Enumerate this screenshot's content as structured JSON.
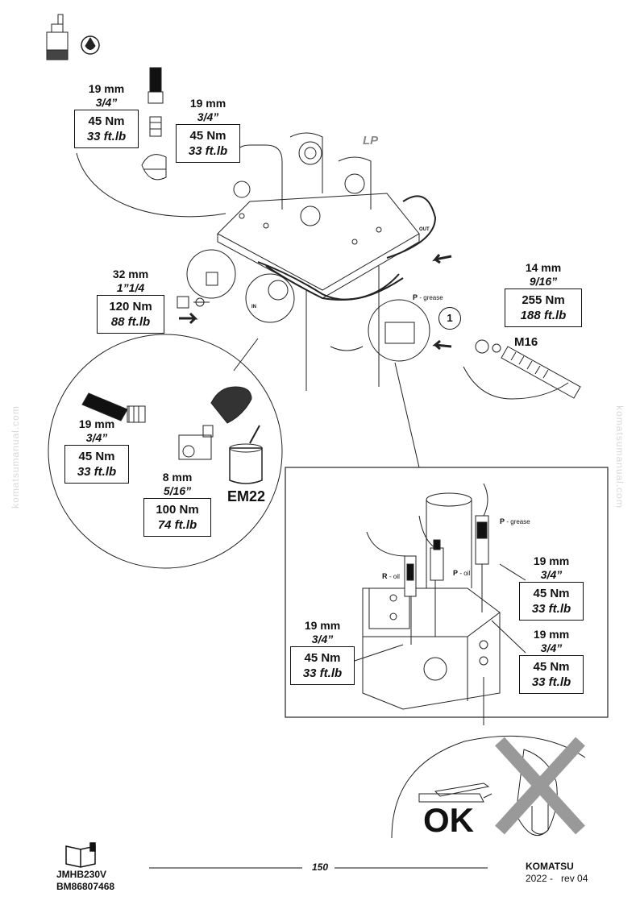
{
  "watermark": "komatsumanual.com",
  "torque_callouts": {
    "top_hose_wrench": {
      "wrench_mm": "19 mm",
      "wrench_in": "3/4”",
      "nm": "45 Nm",
      "ftlb": "33 ft.lb"
    },
    "top_adapter_wrench": {
      "wrench_mm": "19 mm",
      "wrench_in": "3/4”",
      "nm": "45 Nm",
      "ftlb": "33 ft.lb"
    },
    "plug": {
      "wrench_mm": "32 mm",
      "wrench_in": "1”1/4",
      "nm": "120 Nm",
      "ftlb": "88 ft.lb"
    },
    "bolt": {
      "wrench_mm": "14 mm",
      "wrench_in": "9/16”",
      "nm": "255 Nm",
      "ftlb": "188 ft.lb"
    },
    "left_hose": {
      "wrench_mm": "19 mm",
      "wrench_in": "3/4”",
      "nm": "45 Nm",
      "ftlb": "33 ft.lb"
    },
    "swivel": {
      "wrench_mm": "8 mm",
      "wrench_in": "5/16”",
      "nm": "100 Nm",
      "ftlb": "74 ft.lb"
    },
    "valve_right_upper": {
      "wrench_mm": "19 mm",
      "wrench_in": "3/4”",
      "nm": "45 Nm",
      "ftlb": "33 ft.lb"
    },
    "valve_right_lower": {
      "wrench_mm": "19 mm",
      "wrench_in": "3/4”",
      "nm": "45 Nm",
      "ftlb": "33 ft.lb"
    },
    "valve_left": {
      "wrench_mm": "19 mm",
      "wrench_in": "3/4”",
      "nm": "45 Nm",
      "ftlb": "33 ft.lb"
    }
  },
  "labels": {
    "lp": "LP",
    "bolt_size": "M16",
    "step_number": "1",
    "grease_product": "EM22",
    "ok": "OK",
    "p_grease_main": {
      "letter": "P",
      "suffix": "- grease"
    },
    "p_grease_detail": {
      "letter": "P",
      "suffix": "- grease"
    },
    "p_oil": {
      "letter": "P",
      "suffix": "- oil"
    },
    "r_oil": {
      "letter": "R",
      "suffix": "- oil"
    },
    "out": "OUT",
    "in": "IN"
  },
  "footer": {
    "model": "JMHB230V",
    "doc_code": "BM86807468",
    "page_number": "150",
    "brand": "KOMATSU",
    "revision": "2022 -   rev 04"
  }
}
